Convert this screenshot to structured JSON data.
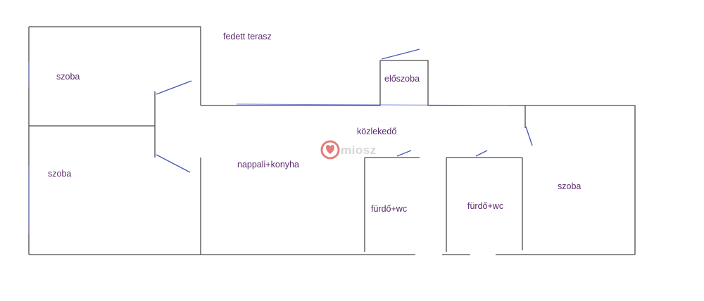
{
  "rooms": {
    "szoba_top_left": "szoba",
    "szoba_bottom_left": "szoba",
    "terrace": "fedett terasz",
    "hall": "előszoba",
    "corridor": "közlekedő",
    "living_kitchen": "nappali+konyha",
    "bath_1": "fürdő+wc",
    "bath_2": "fürdő+wc",
    "szoba_right": "szoba"
  },
  "watermark": {
    "text": "miosz",
    "color": "#d9534f"
  },
  "colors": {
    "walls": "#4a4a4a",
    "doors": "#4b5bb8",
    "labels": "#5a2a6e"
  }
}
